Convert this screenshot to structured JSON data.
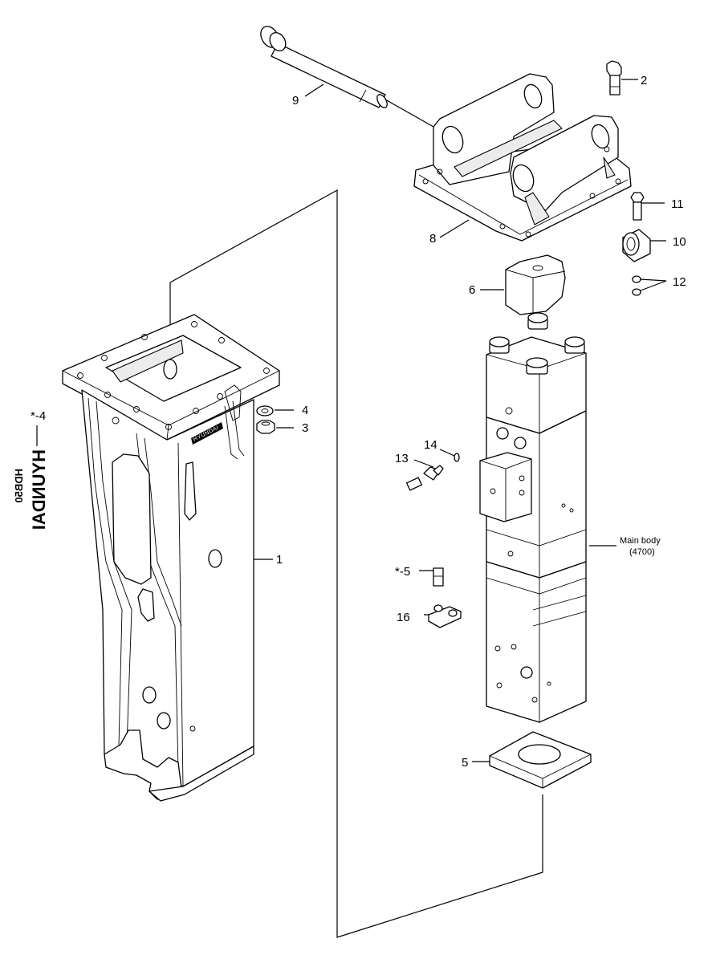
{
  "labels": {
    "p1": "1",
    "p2": "2",
    "p3": "3",
    "p4": "4",
    "p5": "5",
    "p6": "6",
    "p8": "8",
    "p9": "9",
    "p10": "10",
    "p11": "11",
    "p12": "12",
    "p13": "13",
    "p14": "14",
    "p16": "16",
    "pstar4": "*-4",
    "pstar5": "*-5"
  },
  "main_body": {
    "name": "Main body",
    "code": "(4700)"
  },
  "decal": {
    "brand": "HYUNDAI",
    "model": "HDB50"
  },
  "bracket_plate_text": "HYUNDAI"
}
